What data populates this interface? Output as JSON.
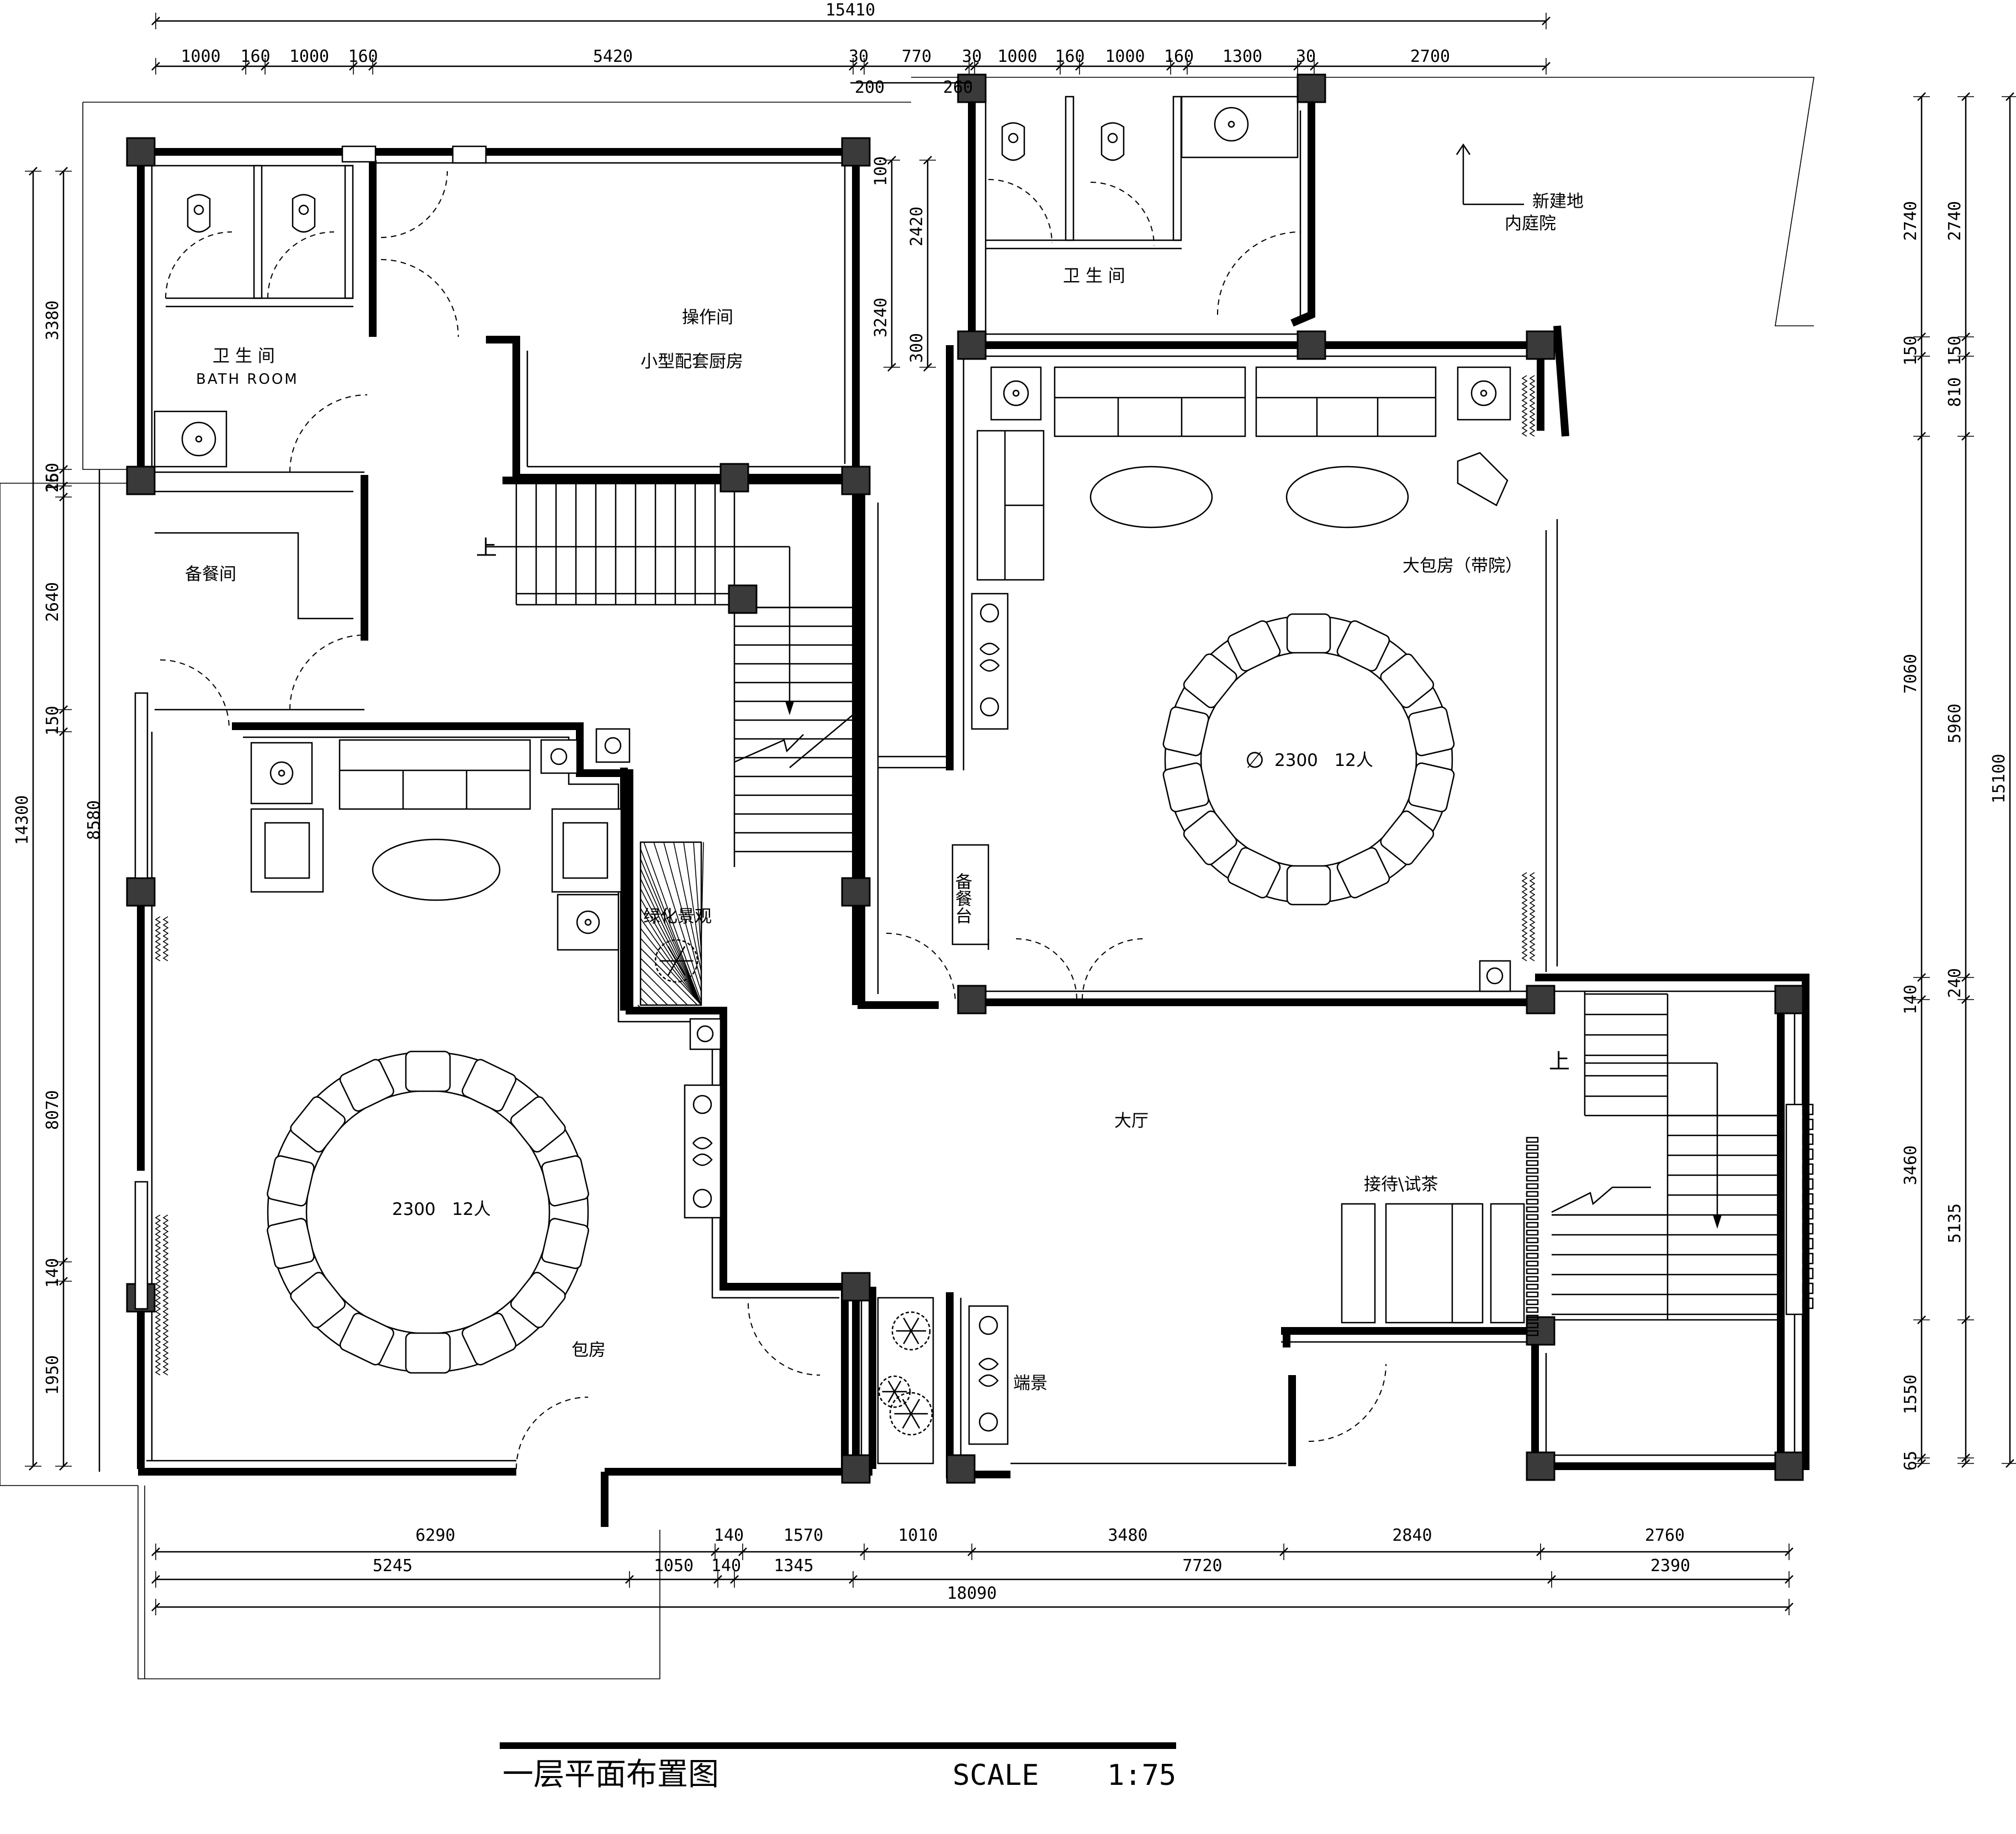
{
  "drawing": {
    "title": "一层平面布置图",
    "scale_label": "SCALE",
    "scale_value": "1:75"
  },
  "rooms": {
    "bath_left": "卫 生 间",
    "bath_left_en": "BATH  ROOM",
    "kitchen_1": "操作间",
    "kitchen_2": "小型配套厨房",
    "pantry": "备餐间",
    "bath_right": "卫 生 间",
    "courtyard_1": "新建地",
    "courtyard_2": "内庭院",
    "big_room": "大包房（带院）",
    "table_big": "2300   12人",
    "diameter_symbol": "∅",
    "service_counter": "备餐台",
    "green": "绿化景观",
    "hall": "大厅",
    "reception": "接待\\试茶",
    "private_room": "包房",
    "table_private": "2300   12人",
    "end_view": "端景",
    "up_1": "上",
    "up_2": "上"
  },
  "dimensions": {
    "top_total": "15410",
    "top_row": [
      "1000",
      "160",
      "1000",
      "160",
      "5420",
      "30",
      "770",
      "30",
      "1000",
      "160",
      "1000",
      "160",
      "1300",
      "30",
      "2700"
    ],
    "top_sub": [
      "200",
      "260"
    ],
    "left_outer": "14300",
    "left_mid": [
      "3380",
      "250",
      "160",
      "2640",
      "150",
      "8580",
      "8070",
      "140",
      "1950"
    ],
    "kitchen_right": [
      "100",
      "2420",
      "3240",
      "300"
    ],
    "right_outer": "15100",
    "right_a": [
      "2740",
      "150",
      "7060",
      "140",
      "3460",
      "1550",
      "65"
    ],
    "right_b": [
      "2740",
      "150",
      "810",
      "5960",
      "240",
      "5135"
    ],
    "bottom_row1": [
      "6290",
      "140",
      "1570",
      "1010",
      "3480",
      "2840",
      "2760"
    ],
    "bottom_row2": [
      "5245",
      "1050",
      "140",
      "1345",
      "7720",
      "2390"
    ],
    "bottom_total": "18090"
  },
  "colors": {
    "line": "#000000",
    "column_fill": "#3a3a3a",
    "background": "#ffffff"
  }
}
